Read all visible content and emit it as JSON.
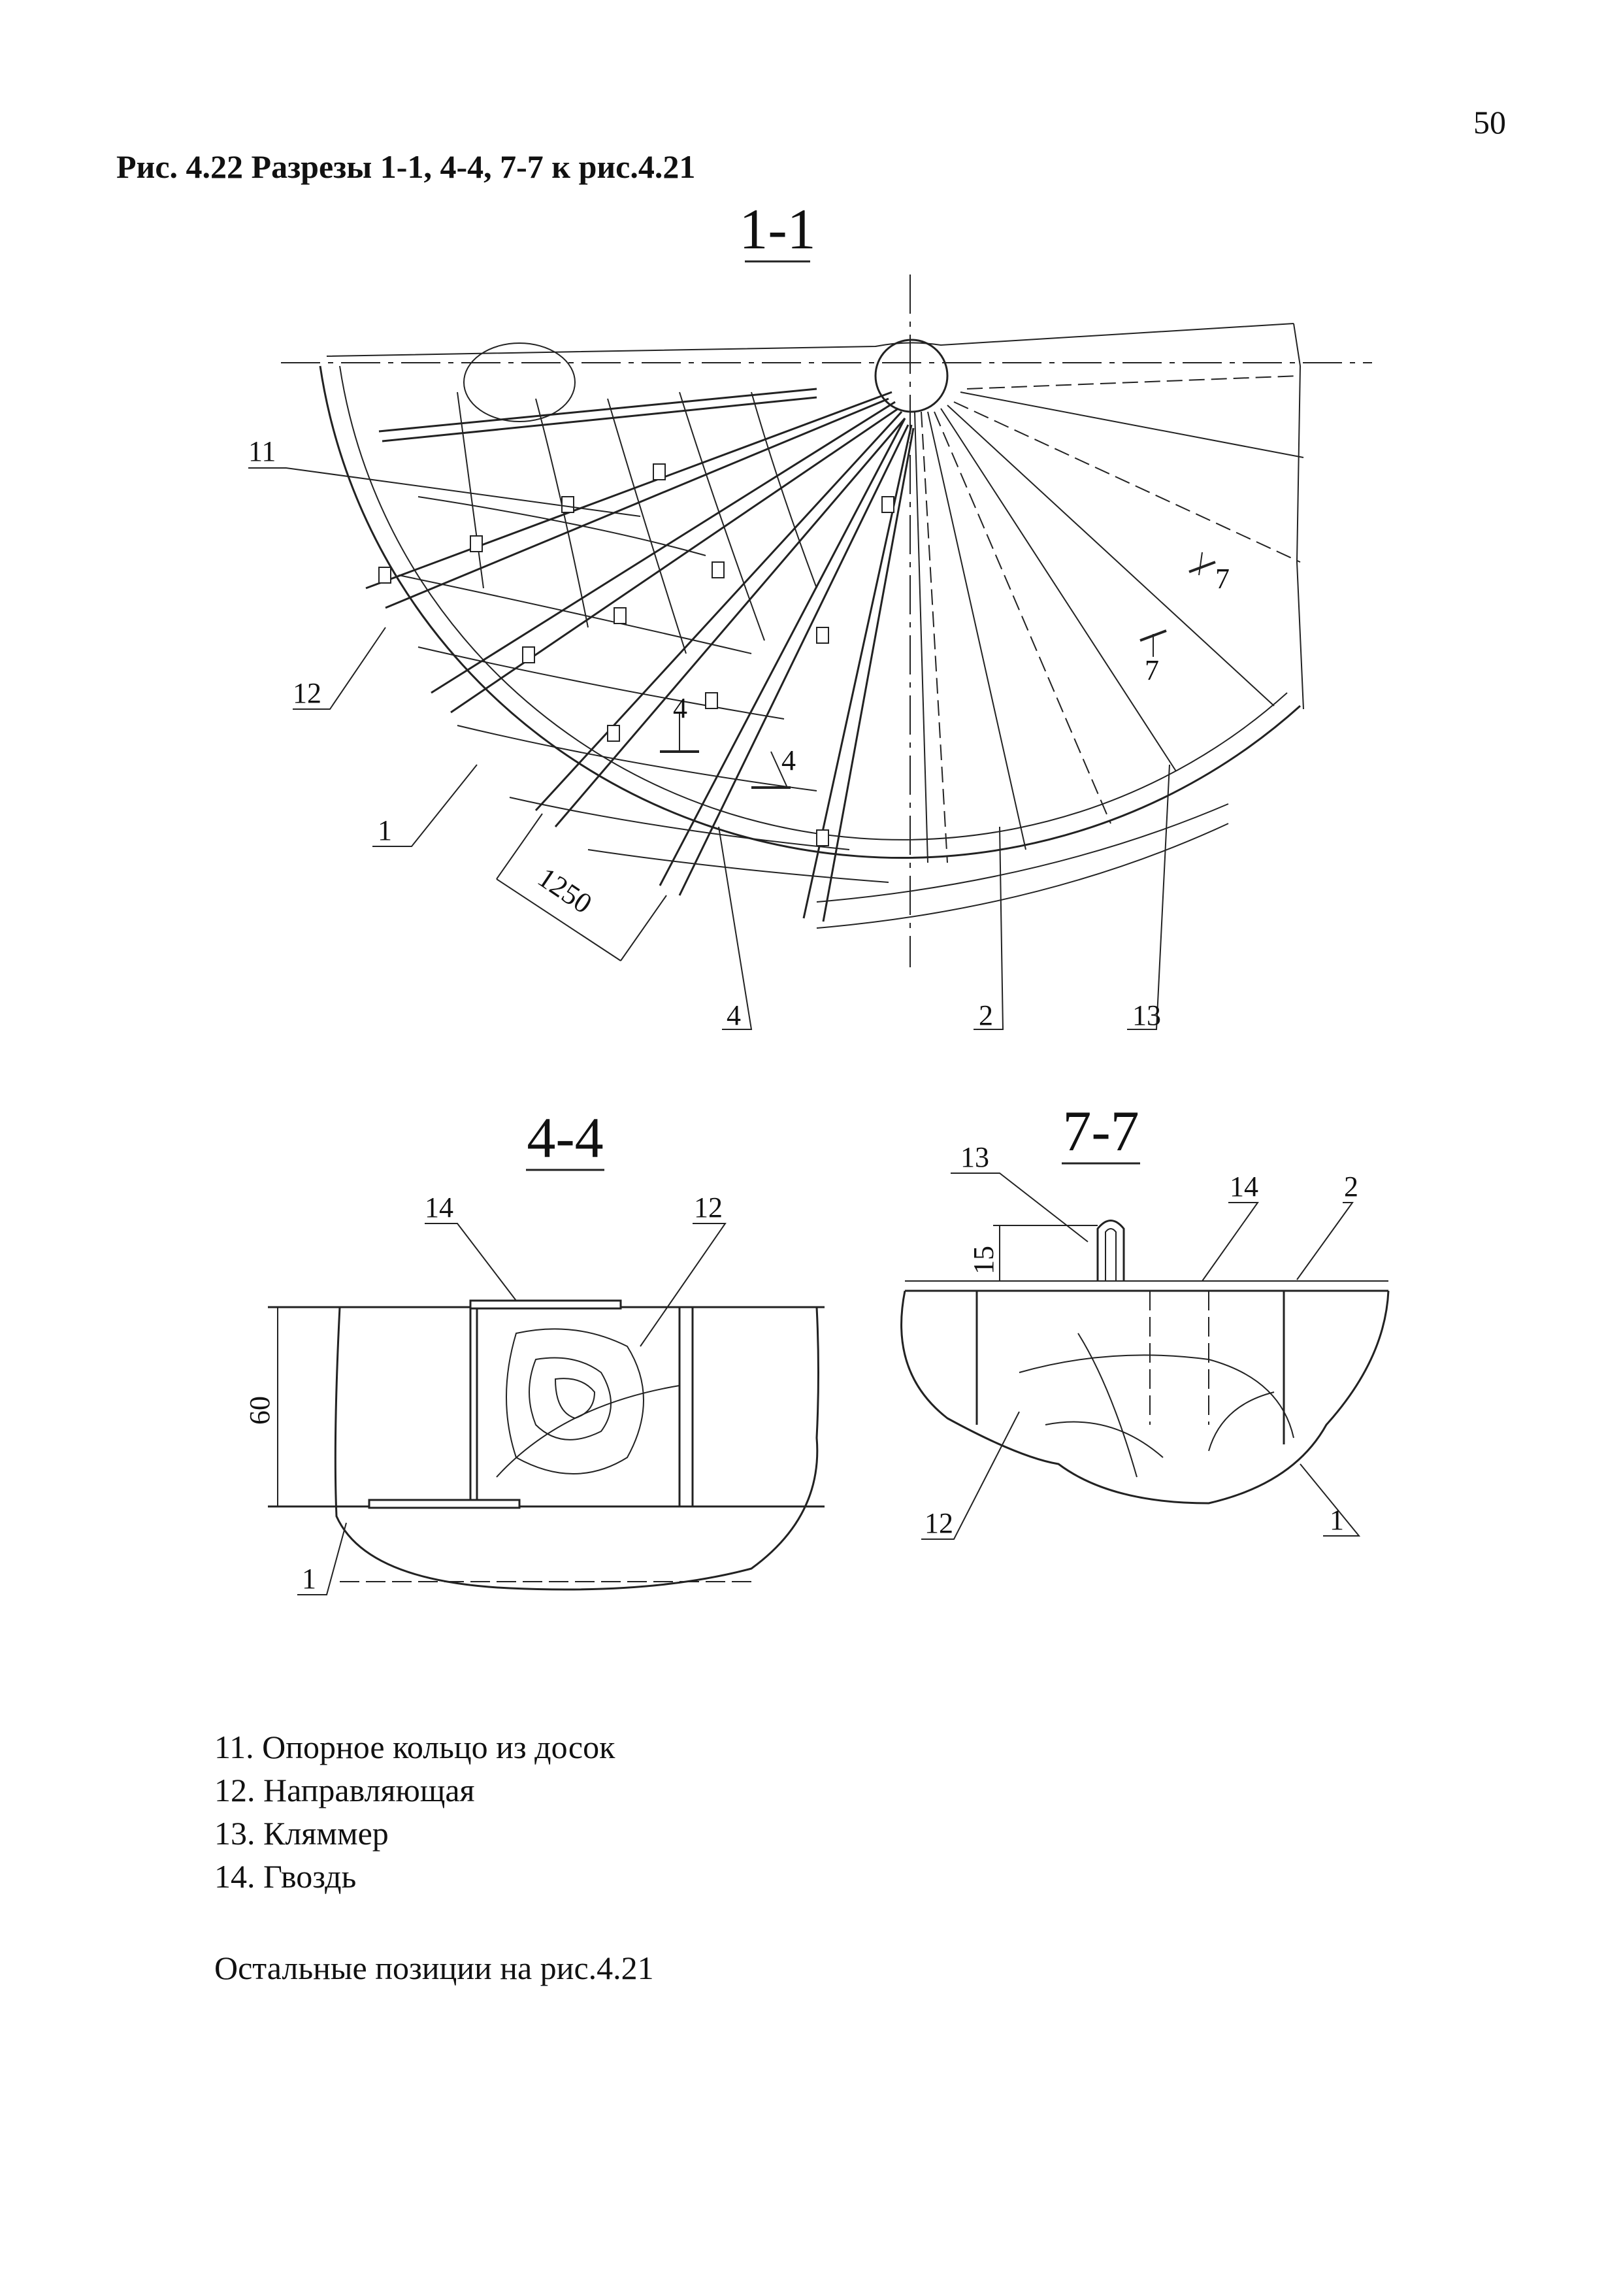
{
  "page": {
    "number": "50"
  },
  "figure": {
    "title": "Рис. 4.22 Разрезы 1-1, 4-4, 7-7 к рис.4.21"
  },
  "section_1_1": {
    "title": "1-1",
    "callouts": [
      "11",
      "12",
      "1",
      "4",
      "2",
      "13"
    ],
    "section_marks": [
      "4",
      "4",
      "7",
      "7"
    ],
    "dimension": "1250"
  },
  "section_4_4": {
    "title": "4-4",
    "callouts": [
      "14",
      "12",
      "1"
    ],
    "dimension": "60"
  },
  "section_7_7": {
    "title": "7-7",
    "callouts": [
      "13",
      "14",
      "2",
      "12",
      "1"
    ],
    "dimension": "15"
  },
  "legend": [
    "11. Опорное кольцо из досок",
    "12. Направляющая",
    "13. Кляммер",
    "14. Гвоздь"
  ],
  "note": "Остальные позиции на рис.4.21"
}
